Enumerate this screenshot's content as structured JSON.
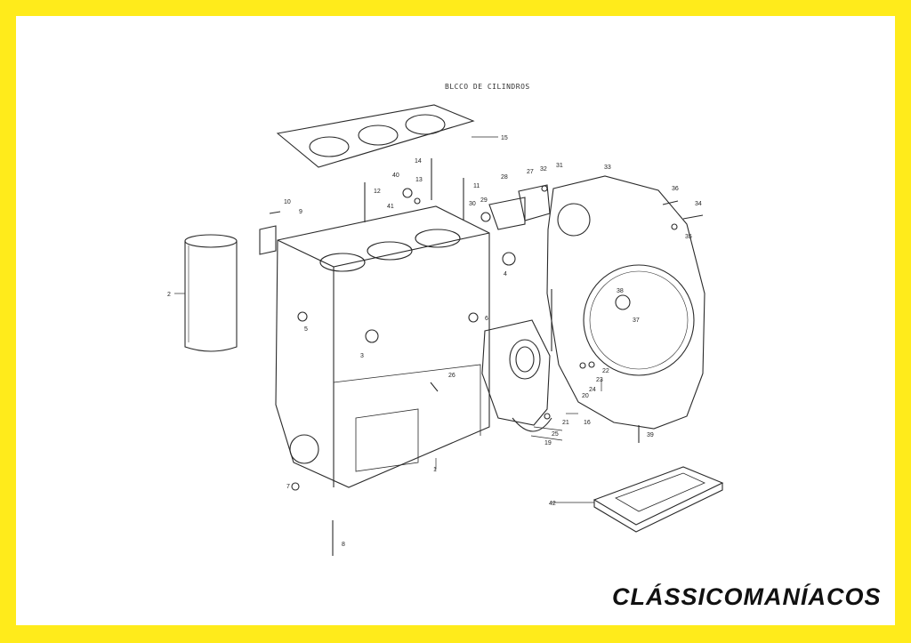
{
  "title": "BLCCO DE CILINDROS",
  "brand": "CLÁSSICOMANÍACOS",
  "colors": {
    "border": "#ffeb1b",
    "ink": "#2a2a2a",
    "paper": "#ffffff"
  },
  "callouts": [
    "1",
    "2",
    "3",
    "4",
    "5",
    "6",
    "7",
    "8",
    "9",
    "10",
    "11",
    "12",
    "13",
    "14",
    "15",
    "16",
    "19",
    "20",
    "21",
    "22",
    "23",
    "24",
    "25",
    "26",
    "27",
    "28",
    "29",
    "30",
    "31",
    "32",
    "33",
    "34",
    "35",
    "36",
    "37",
    "38",
    "39",
    "40",
    "41",
    "42"
  ]
}
